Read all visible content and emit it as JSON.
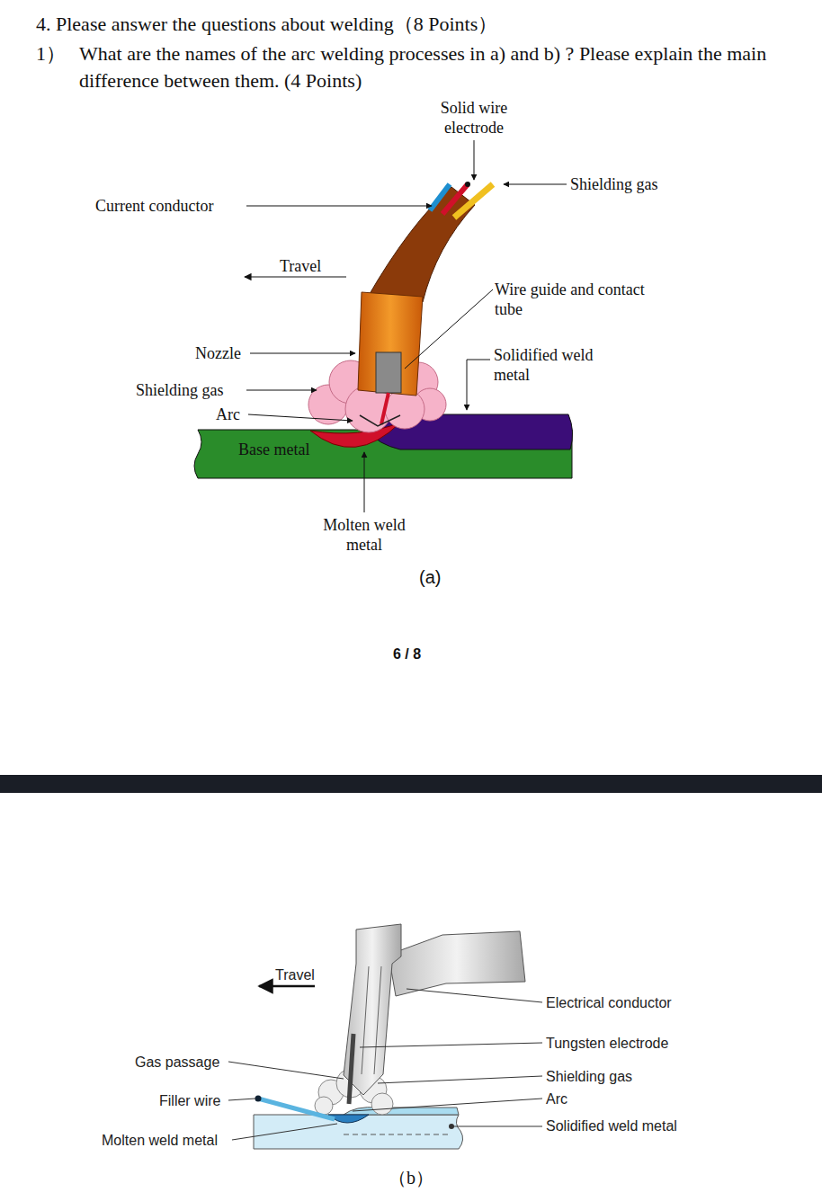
{
  "diagram": {
    "title": "4. Please answer the questions about welding（8 Points）",
    "labels": [
      "1）",
      "What are the names of the arc welding processes in a) and b) ? Please explain the main difference between them. (4 Points)",
      "Solid wire electrode",
      "Shielding gas",
      "Current conductor",
      "Travel",
      "Wire guide and contact tube",
      "Nozzle",
      "Solidified weld metal",
      "Shielding gas",
      "Arc",
      "Base metal",
      "Molten weld metal",
      "(a)",
      "6 / 8",
      "Travel",
      "Electrical conductor",
      "Tungsten electrode",
      "Gas passage",
      "Shielding gas",
      "Filler wire",
      "Arc",
      "Molten weld metal",
      "Solidified weld metal",
      "（b）"
    ]
  }
}
